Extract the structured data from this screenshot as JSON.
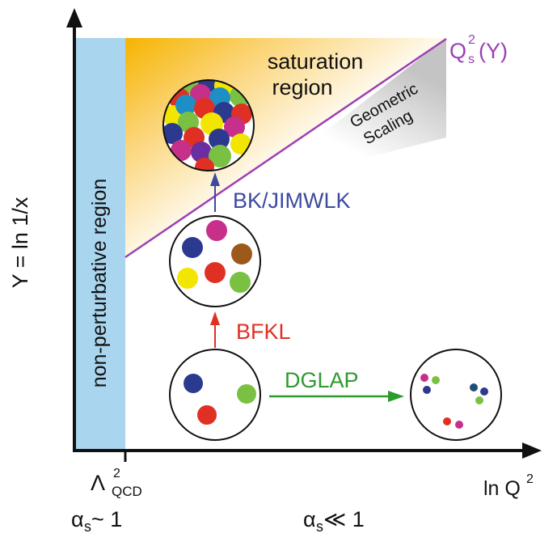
{
  "axes": {
    "y_label": "Y = ln 1/x",
    "x_label_main": "ln Q",
    "x_label_sup": "2",
    "lambda_main": "Λ",
    "lambda_sup": "2",
    "lambda_sub": "QCD",
    "alpha_left_main": "α",
    "alpha_left_sub": "s",
    "alpha_left_rel": " ~ 1",
    "alpha_right_main": "α",
    "alpha_right_sub": "s",
    "alpha_right_rel": " ≪ 1"
  },
  "regions": {
    "non_perturbative": "non-perturbative region",
    "saturation_line1": "saturation",
    "saturation_line2": "region",
    "geometric_line1": "Geometric",
    "geometric_line2": "Scaling",
    "qs_main": "Q",
    "qs_sup": "2",
    "qs_sub": "s",
    "qs_arg": "(Y)"
  },
  "evolution": {
    "bk_label": "BK/JIMWLK",
    "bfkl_label": "BFKL",
    "dglap_label": "DGLAP"
  },
  "colors": {
    "non_perturbative": "#a9d5ee",
    "saturation_top": "#f6b700",
    "qs_line": "#9b3fb4",
    "bk": "#3c4aa0",
    "bfkl": "#e03024",
    "dglap": "#2e9a2e",
    "axis": "#111111"
  }
}
